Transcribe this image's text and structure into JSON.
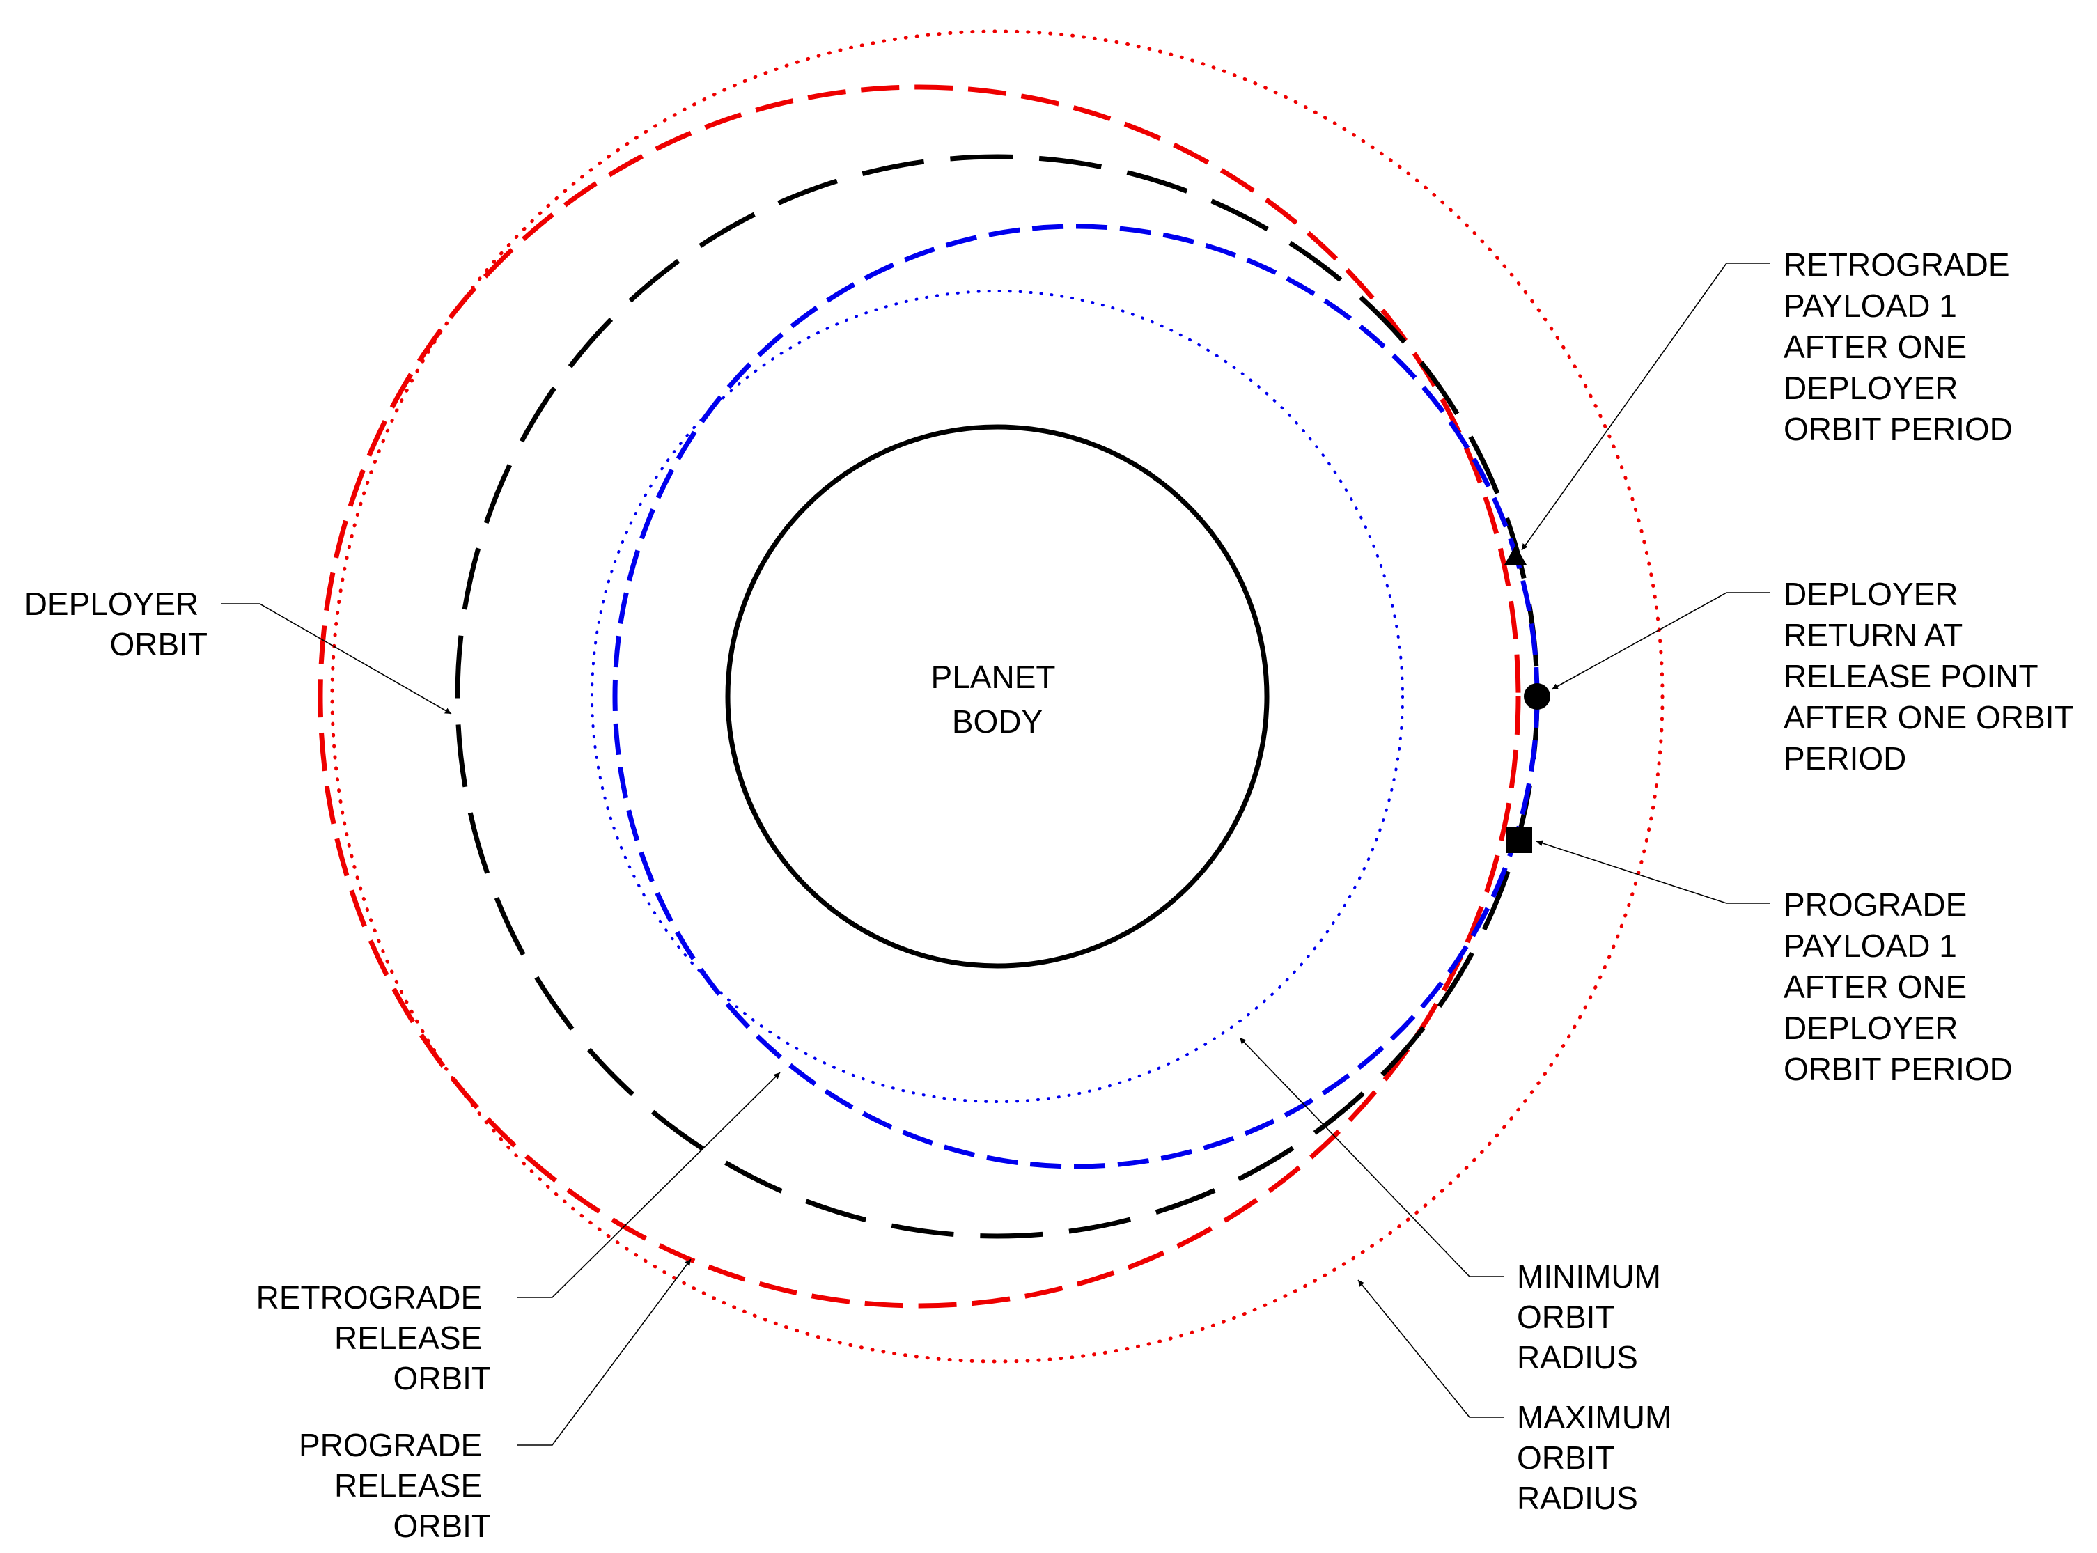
{
  "planet": {
    "label_lines": [
      "PLANET",
      "BODY"
    ]
  },
  "orbits": [
    {
      "id": "minimum-orbit-radius",
      "color": "#0000ee",
      "style": "dotted"
    },
    {
      "id": "maximum-orbit-radius",
      "color": "#ee0000",
      "style": "dotted"
    },
    {
      "id": "deployer-orbit",
      "color": "#000000",
      "style": "long-dash"
    },
    {
      "id": "retrograde-release-orbit",
      "color": "#0000ee",
      "style": "dashed"
    },
    {
      "id": "prograde-release-orbit",
      "color": "#ee0000",
      "style": "dashed"
    }
  ],
  "markers": [
    {
      "id": "retrograde-payload-marker",
      "shape": "triangle"
    },
    {
      "id": "deployer-return-marker",
      "shape": "circle"
    },
    {
      "id": "prograde-payload-marker",
      "shape": "square"
    }
  ],
  "labels": {
    "deployer_orbit": [
      "DEPLOYER",
      "ORBIT"
    ],
    "retrograde_release_orbit": [
      "RETROGRADE",
      "RELEASE",
      "ORBIT"
    ],
    "prograde_release_orbit": [
      "PROGRADE",
      "RELEASE",
      "ORBIT"
    ],
    "retrograde_payload": [
      "RETROGRADE",
      "PAYLOAD 1",
      "AFTER ONE",
      "DEPLOYER",
      "ORBIT PERIOD"
    ],
    "deployer_return": [
      "DEPLOYER",
      "RETURN AT",
      "RELEASE POINT",
      "AFTER ONE ORBIT",
      "PERIOD"
    ],
    "prograde_payload": [
      "PROGRADE",
      "PAYLOAD 1",
      "AFTER ONE",
      "DEPLOYER",
      "ORBIT PERIOD"
    ],
    "minimum_orbit_radius": [
      "MINIMUM",
      "ORBIT",
      "RADIUS"
    ],
    "maximum_orbit_radius": [
      "MAXIMUM",
      "ORBIT",
      "RADIUS"
    ]
  }
}
